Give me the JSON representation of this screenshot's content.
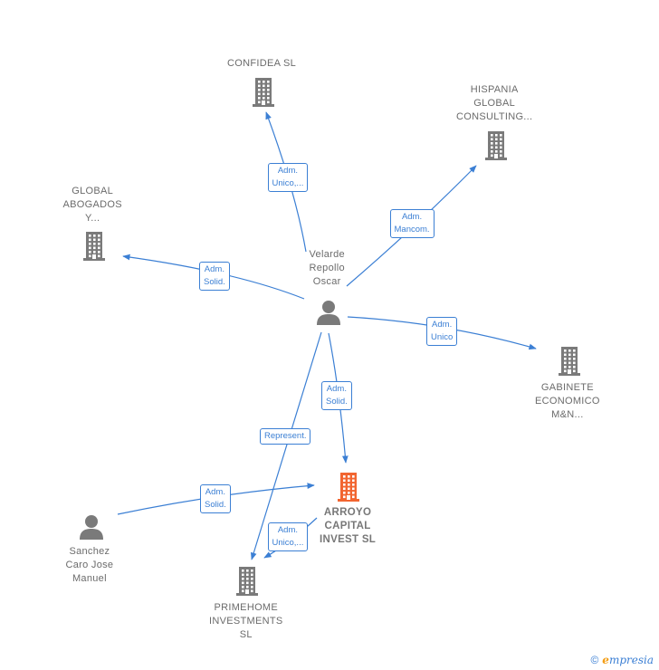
{
  "nodes": [
    {
      "id": "confidea",
      "label": "CONFIDEA  SL",
      "kind": "company",
      "color": "#7a7a7a"
    },
    {
      "id": "hispania",
      "label": "HISPANIA\nGLOBAL\nCONSULTING...",
      "kind": "company",
      "color": "#7a7a7a"
    },
    {
      "id": "global",
      "label": "GLOBAL\nABOGADOS\nY...",
      "kind": "company",
      "color": "#7a7a7a"
    },
    {
      "id": "velarde",
      "label": "Velarde\nRepollo\nOscar",
      "kind": "person",
      "color": "#7a7a7a"
    },
    {
      "id": "gabinete",
      "label": "GABINETE\nECONOMICO\nM&N...",
      "kind": "company",
      "color": "#7a7a7a"
    },
    {
      "id": "arroyo",
      "label": "ARROYO\nCAPITAL\nINVEST  SL",
      "kind": "company",
      "color": "#f26530",
      "focus": true
    },
    {
      "id": "sanchez",
      "label": "Sanchez\nCaro Jose\nManuel",
      "kind": "person",
      "color": "#7a7a7a"
    },
    {
      "id": "primehome",
      "label": "PRIMEHOME\nINVESTMENTS\nSL",
      "kind": "company",
      "color": "#7a7a7a"
    }
  ],
  "edges": [
    {
      "from": "velarde",
      "to": "confidea",
      "label": "Adm.\nUnico,..."
    },
    {
      "from": "velarde",
      "to": "hispania",
      "label": "Adm.\nMancom."
    },
    {
      "from": "velarde",
      "to": "global",
      "label": "Adm.\nSolid."
    },
    {
      "from": "velarde",
      "to": "gabinete",
      "label": "Adm.\nUnico"
    },
    {
      "from": "velarde",
      "to": "arroyo",
      "label": "Adm.\nSolid."
    },
    {
      "from": "velarde",
      "to": "primehome",
      "label": "Represent."
    },
    {
      "from": "sanchez",
      "to": "arroyo",
      "label": "Adm.\nSolid."
    },
    {
      "from": "arroyo",
      "to": "primehome",
      "label": "Adm.\nUnico,..."
    }
  ],
  "footer": {
    "copyright": "©",
    "brand_initial": "e",
    "brand_rest": "mpresia"
  },
  "colors": {
    "edge": "#3b7fd4",
    "node": "#7a7a7a",
    "focus": "#f26530"
  }
}
